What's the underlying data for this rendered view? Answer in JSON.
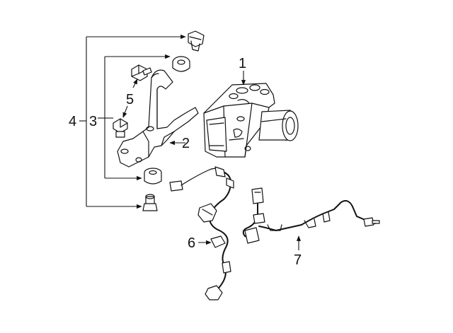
{
  "diagram": {
    "callouts": {
      "c1": "1",
      "c2": "2",
      "c3": "3",
      "c4": "4",
      "c5": "5",
      "c6": "6",
      "c7": "7"
    }
  }
}
